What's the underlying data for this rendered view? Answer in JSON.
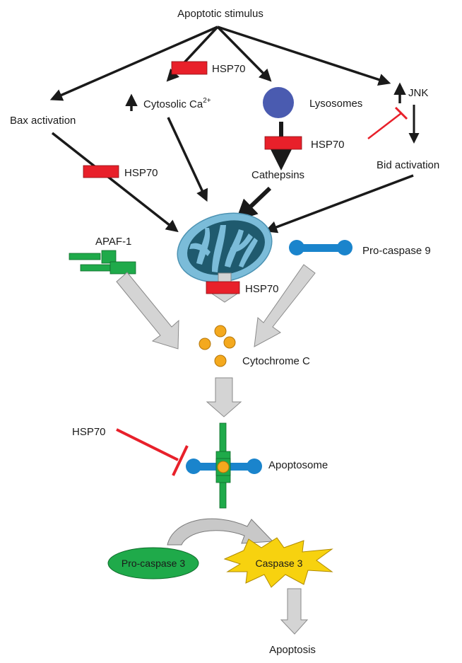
{
  "labels": {
    "apoptotic_stimulus": "Apoptotic stimulus",
    "bax_activation": "Bax activation",
    "cytosolic_ca": "Cytosolic Ca",
    "ca_superscript": "2+",
    "lysosomes": "Lysosomes",
    "cathepsins": "Cathepsins",
    "jnk": "JNK",
    "bid_activation": "Bid activation",
    "apaf1": "APAF-1",
    "pro_caspase_9": "Pro-caspase 9",
    "cytochrome_c": "Cytochrome C",
    "apoptosome": "Apoptosome",
    "pro_caspase_3": "Pro-caspase 3",
    "caspase_3": "Caspase 3",
    "apoptosis": "Apoptosis"
  },
  "hsp70": {
    "ca_block": "HSP70",
    "bax_block": "HSP70",
    "lysosome_block": "HSP70",
    "mito_block": "HSP70",
    "apoptosome_inhibitor": "HSP70"
  },
  "colors": {
    "hsp70_red": "#e8202a",
    "apaf_green": "#1faa4a",
    "caspase9_blue": "#1a84cc",
    "lysosome_blue": "#4a5bb0",
    "cytochrome_orange": "#f4a91e",
    "mito_outer": "#7bbcd9",
    "mito_inner": "#1f5a6e",
    "caspase3_yellow": "#f7d20f",
    "arrow_gray": "#d4d4d4"
  },
  "icons": {
    "mitochondrion": "mitochondrion-icon",
    "lysosome": "lysosome-circle-icon",
    "apaf1": "apaf1-block-icon",
    "pro_caspase_9": "dumbbell-icon",
    "apoptosome": "apoptosome-icon"
  }
}
